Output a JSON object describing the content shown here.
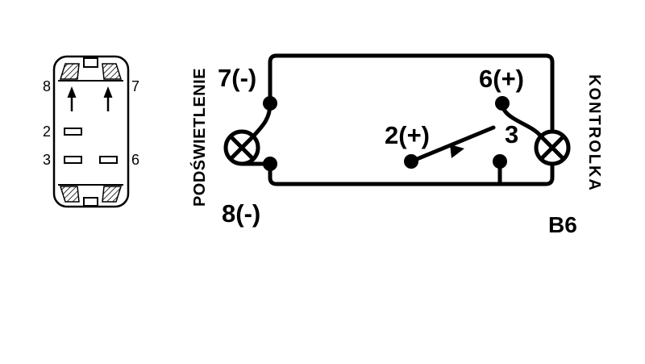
{
  "colors": {
    "background": "#ffffff",
    "line": "#000000"
  },
  "switch_view": {
    "pins": {
      "p8": "8",
      "p7": "7",
      "p2": "2",
      "p3": "3",
      "p6": "6"
    }
  },
  "schematic": {
    "terminals": {
      "t7": "7(-)",
      "t6": "6(+)",
      "t2": "2(+)",
      "t3": "3",
      "t8": "8(-)"
    },
    "side_labels": {
      "backlight": "PODŚWIETLENIE",
      "indicator": "KONTROLKA"
    },
    "model": "B6",
    "icons": {
      "backlight_lamp": "lamp-circle-x-icon",
      "indicator_lamp": "lamp-circle-x-icon",
      "lever_arrow": "triangle-right-icon",
      "rocker_arrow": "arrow-up-icon"
    }
  }
}
